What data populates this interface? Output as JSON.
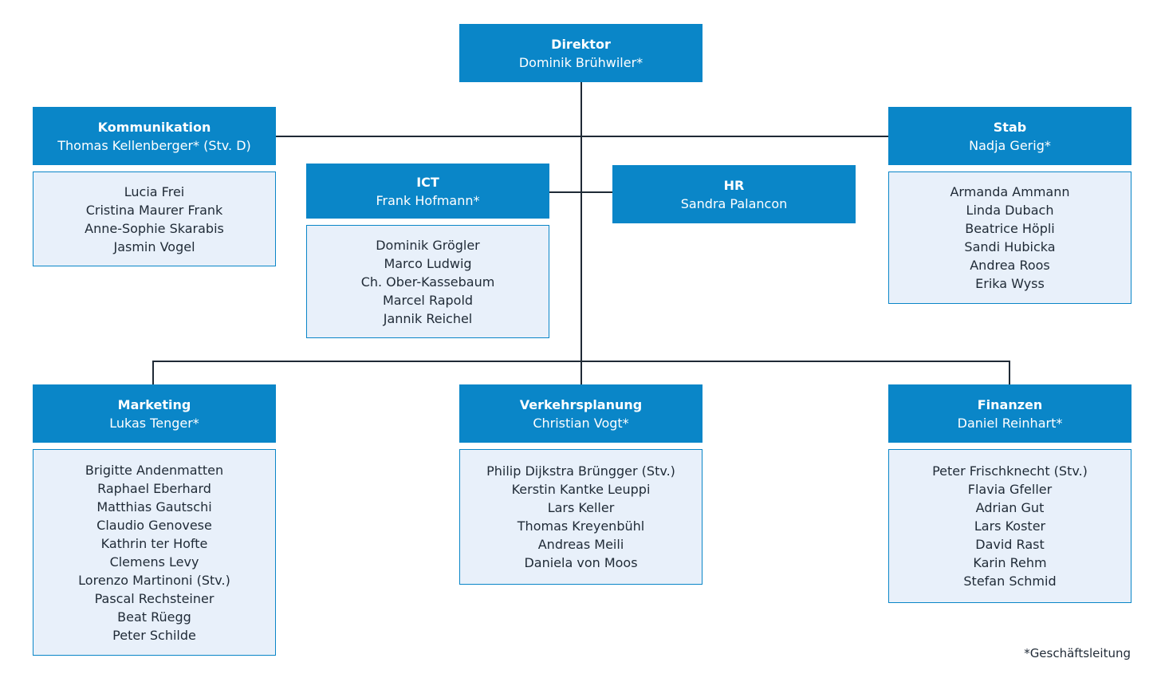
{
  "director": {
    "title": "Direktor",
    "name": "Dominik Brühwiler*"
  },
  "departments": {
    "kommunikation": {
      "title": "Kommunikation",
      "name": "Thomas Kellenberger* (Stv. D)",
      "members": [
        "Lucia Frei",
        "Cristina Maurer Frank",
        "Anne-Sophie Skarabis",
        "Jasmin Vogel"
      ]
    },
    "stab": {
      "title": "Stab",
      "name": "Nadja Gerig*",
      "members": [
        "Armanda Ammann",
        "Linda Dubach",
        "Beatrice Höpli",
        "Sandi Hubicka",
        "Andrea Roos",
        "Erika Wyss"
      ]
    },
    "ict": {
      "title": "ICT",
      "name": "Frank Hofmann*",
      "members": [
        "Dominik Grögler",
        "Marco Ludwig",
        "Ch. Ober-Kassebaum",
        "Marcel Rapold",
        "Jannik Reichel"
      ]
    },
    "hr": {
      "title": "HR",
      "name": "Sandra Palancon"
    },
    "marketing": {
      "title": "Marketing",
      "name": "Lukas Tenger*",
      "members": [
        "Brigitte Andenmatten",
        "Raphael Eberhard",
        "Matthias Gautschi",
        "Claudio Genovese",
        "Kathrin ter Hofte",
        "Clemens Levy",
        "Lorenzo Martinoni (Stv.)",
        "Pascal Rechsteiner",
        "Beat Rüegg",
        "Peter Schilde"
      ]
    },
    "verkehrsplanung": {
      "title": "Verkehrsplanung",
      "name": "Christian Vogt*",
      "members": [
        "Philip Dijkstra Brüngger (Stv.)",
        "Kerstin Kantke Leuppi",
        "Lars Keller",
        "Thomas Kreyenbühl",
        "Andreas Meili",
        "Daniela von Moos"
      ]
    },
    "finanzen": {
      "title": "Finanzen",
      "name": "Daniel Reinhart*",
      "members": [
        "Peter Frischknecht (Stv.)",
        "Flavia Gfeller",
        "Adrian Gut",
        "Lars Koster",
        "David Rast",
        "Karin Rehm",
        "Stefan Schmid"
      ]
    }
  },
  "footnote": "*Geschäftsleitung",
  "colors": {
    "header_bg": "#0a86c8",
    "member_bg": "#e8f0fa",
    "connector": "#1f2a36"
  }
}
